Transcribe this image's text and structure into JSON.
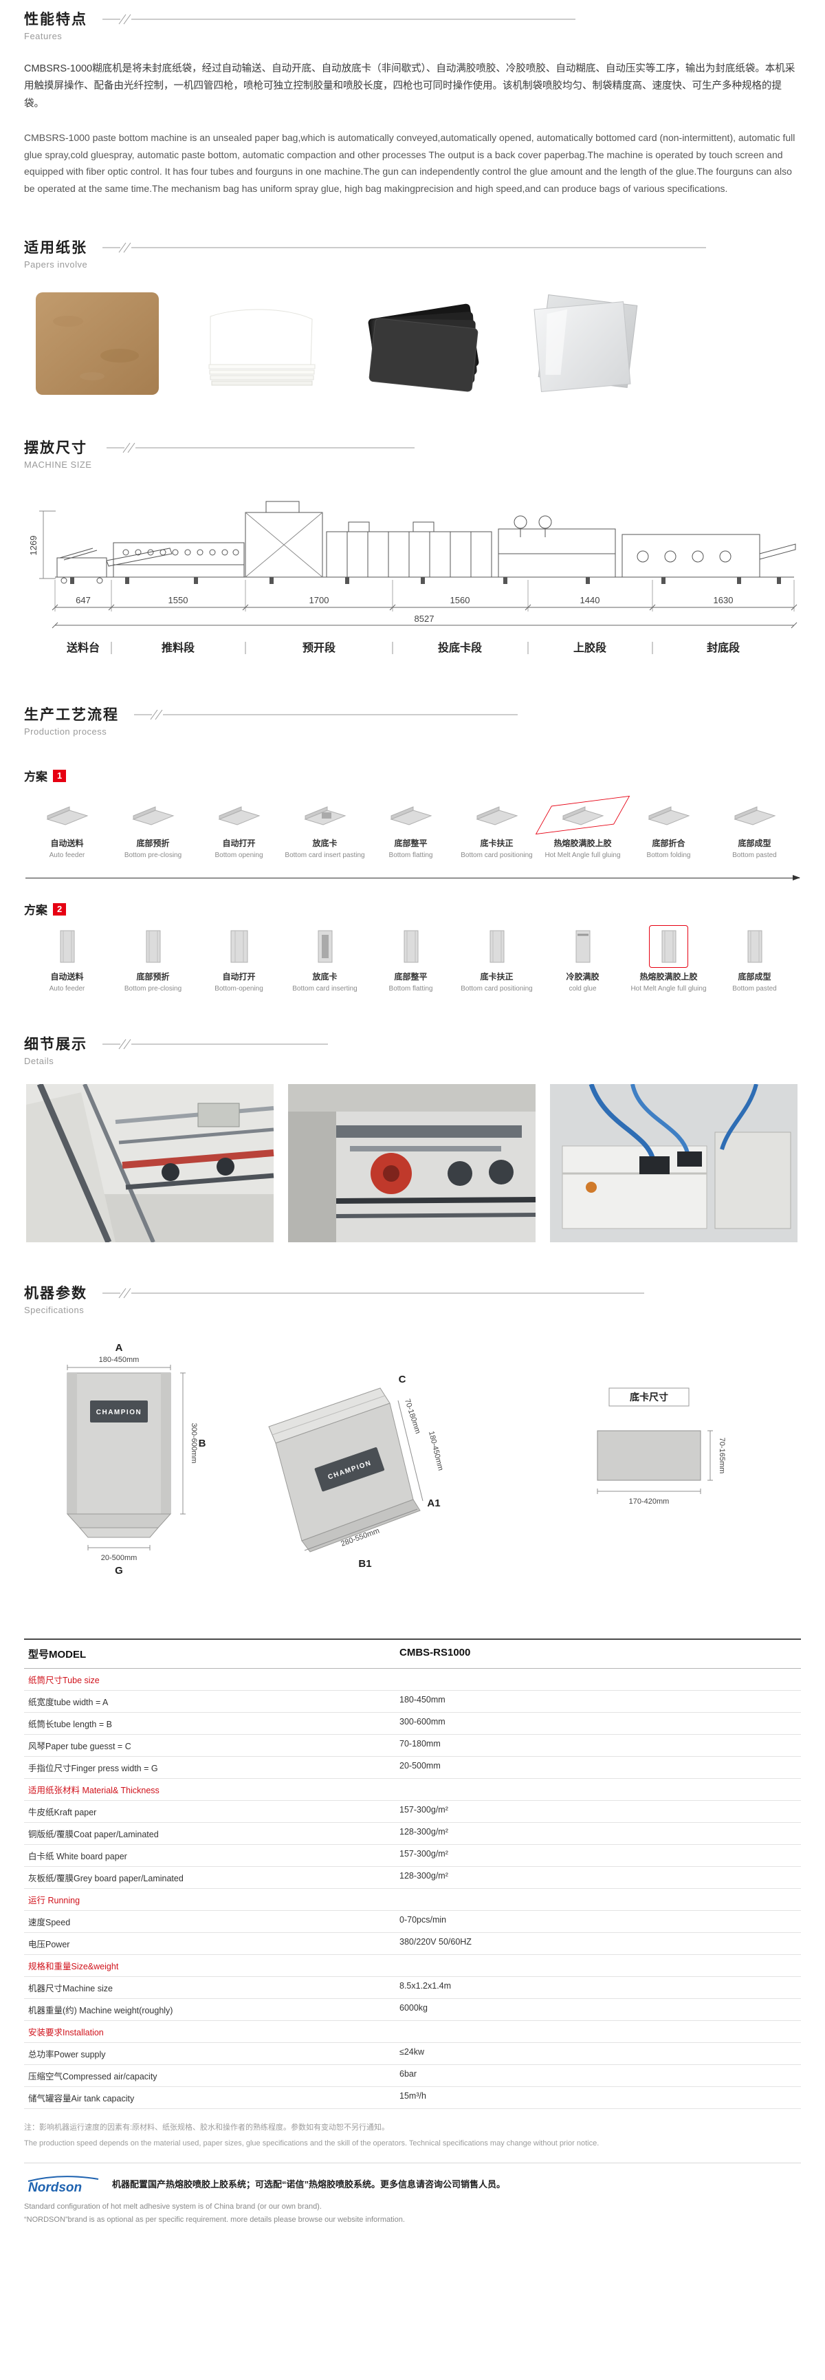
{
  "features": {
    "title_cn": "性能特点",
    "title_en": "Features",
    "para_cn": "CMBSRS-1000糊底机是将未封底纸袋，经过自动输送、自动开底、自动放底卡（非间歇式）、自动满胶喷胶、冷胶喷胶、自动糊底、自动压实等工序，输出为封底纸袋。本机采用触摸屏操作、配备由光纤控制，一机四管四枪，喷枪可独立控制胶量和喷胶长度，四枪也可同时操作使用。该机制袋喷胶均匀、制袋精度高、速度快、可生产多种规格的提袋。",
    "para_en": "CMBSRS-1000 paste bottom machine is an unsealed paper bag,which is automatically conveyed,automatically opened, automatically bottomed card (non-intermittent), automatic full glue spray,cold gluespray, automatic paste bottom, automatic compaction and other processes The output is a back cover paperbag.The machine is operated by touch screen and equipped with fiber optic control. It has four tubes and fourguns in one machine.The gun can independently control the glue amount and the length of the glue.The fourguns can also be operated at the same time.The mechanism bag has uniform spray glue, high bag makingprecision and high speed,and can produce bags of various specifications."
  },
  "papers": {
    "title_cn": "适用纸张",
    "title_en": "Papers involve",
    "items": [
      "kraft-paper",
      "white-paper-stack",
      "black-corrugated-sheets",
      "glossy-coated-sheets"
    ]
  },
  "machine_size": {
    "title_cn": "摆放尺寸",
    "title_en": "MACHINE SIZE",
    "height": "1269",
    "segments": [
      "647",
      "1550",
      "1700",
      "1560",
      "1440",
      "1630"
    ],
    "total": "8527",
    "labels": [
      "送料台",
      "推料段",
      "预开段",
      "投底卡段",
      "上胶段",
      "封底段"
    ]
  },
  "process": {
    "title_cn": "生产工艺流程",
    "title_en": "Production process",
    "plan1": {
      "label": "方案",
      "num": "1"
    },
    "plan2": {
      "label": "方案",
      "num": "2"
    },
    "plan1_steps": [
      {
        "cn": "自动送料",
        "en": "Auto feeder"
      },
      {
        "cn": "底部预折",
        "en": "Bottom pre-closing"
      },
      {
        "cn": "自动打开",
        "en": "Bottom opening"
      },
      {
        "cn": "放底卡",
        "en": "Bottom card insert pasting"
      },
      {
        "cn": "底部整平",
        "en": "Bottom flatting"
      },
      {
        "cn": "底卡扶正",
        "en": "Bottom card positioning"
      },
      {
        "cn": "热熔胶满胶上胶",
        "en": "Hot Melt Angle full gluing"
      },
      {
        "cn": "底部折合",
        "en": "Bottom folding"
      },
      {
        "cn": "底部成型",
        "en": "Bottom pasted"
      }
    ],
    "plan2_steps": [
      {
        "cn": "自动送料",
        "en": "Auto feeder"
      },
      {
        "cn": "底部预折",
        "en": "Bottom pre-closing"
      },
      {
        "cn": "自动打开",
        "en": "Bottom-opening"
      },
      {
        "cn": "放底卡",
        "en": "Bottom card inserting"
      },
      {
        "cn": "底部整平",
        "en": "Bottom flatting"
      },
      {
        "cn": "底卡扶正",
        "en": "Bottom card positioning"
      },
      {
        "cn": "冷胶满胶",
        "en": "cold glue"
      },
      {
        "cn": "热熔胶满胶上胶",
        "en": "Hot Melt Angle full gluing"
      },
      {
        "cn": "底部成型",
        "en": "Bottom pasted"
      }
    ]
  },
  "details": {
    "title_cn": "细节展示",
    "title_en": "Details"
  },
  "specs": {
    "title_cn": "机器参数",
    "title_en": "Specifications",
    "d1": {
      "a_label": "A",
      "a": "180-450mm",
      "b_label": "B",
      "b": "300-600mm",
      "g_label": "G",
      "g": "20-500mm",
      "brand": "CHAMPION"
    },
    "d2": {
      "c_label": "C",
      "c": "70-180mm",
      "a1_label": "A1",
      "a1": "180-450mm",
      "b1_label": "B1",
      "b1": "280-550mm",
      "brand": "CHAMPION"
    },
    "d3": {
      "title": "底卡尺寸",
      "w": "170-420mm",
      "h": "70-165mm"
    }
  },
  "table": {
    "header_label": "型号MODEL",
    "header_value": "CMBS-RS1000",
    "rows": [
      {
        "type": "section",
        "label": "纸筒尺寸Tube size",
        "value": ""
      },
      {
        "type": "data",
        "label": "纸宽度tube width = A",
        "value": "180-450mm"
      },
      {
        "type": "data",
        "label": "纸筒长tube length = B",
        "value": "300-600mm"
      },
      {
        "type": "data",
        "label": "风琴Paper tube guesst = C",
        "value": "70-180mm"
      },
      {
        "type": "data",
        "label": "手指位尺寸Finger press width = G",
        "value": "20-500mm"
      },
      {
        "type": "section",
        "label": "适用纸张材料 Material& Thickness",
        "value": ""
      },
      {
        "type": "data",
        "label": "牛皮纸Kraft paper",
        "value": "157-300g/m²"
      },
      {
        "type": "data",
        "label": "铜版纸/覆膜Coat paper/Laminated",
        "value": "128-300g/m²"
      },
      {
        "type": "data",
        "label": "白卡纸 White board paper",
        "value": "157-300g/m²"
      },
      {
        "type": "data",
        "label": "灰板纸/覆膜Grey board paper/Laminated",
        "value": "128-300g/m²"
      },
      {
        "type": "section",
        "label": "运行 Running",
        "value": ""
      },
      {
        "type": "data",
        "label": "速度Speed",
        "value": "0-70pcs/min"
      },
      {
        "type": "data",
        "label": "电压Power",
        "value": "380/220V 50/60HZ"
      },
      {
        "type": "section",
        "label": "规格和重量Size&weight",
        "value": ""
      },
      {
        "type": "data",
        "label": "机器尺寸Machine size",
        "value": "8.5x1.2x1.4m"
      },
      {
        "type": "data",
        "label": "机器重量(约) Machine weight(roughly)",
        "value": "6000kg"
      },
      {
        "type": "section",
        "label": "安装要求Installation",
        "value": ""
      },
      {
        "type": "data",
        "label": "总功率Power supply",
        "value": "≤24kw"
      },
      {
        "type": "data",
        "label": "压缩空气Compressed air/capacity",
        "value": "6bar"
      },
      {
        "type": "data",
        "label": "储气罐容量Air tank capacity",
        "value": "15m³/h"
      }
    ]
  },
  "notes": {
    "cn": "注：影响机器运行速度的因素有:原材料、纸张规格、胶水和操作者的熟练程度。参数如有变动恕不另行通知。",
    "en": "The production speed depends on the material used, paper sizes, glue specifications and the skill of the operators. Technical specifications may change without prior notice."
  },
  "nordson": {
    "logo": "Nordson",
    "cn": "机器配置国产热熔胶喷胶上胶系统；可选配“诺信”热熔胶喷胶系统。更多信息请咨询公司销售人员。",
    "en1": "Standard configuration of hot melt adhesive system is of China brand (or our own brand).",
    "en2": "“NORDSON”brand is as optional as per specific requirement. more details please browse our website information."
  }
}
